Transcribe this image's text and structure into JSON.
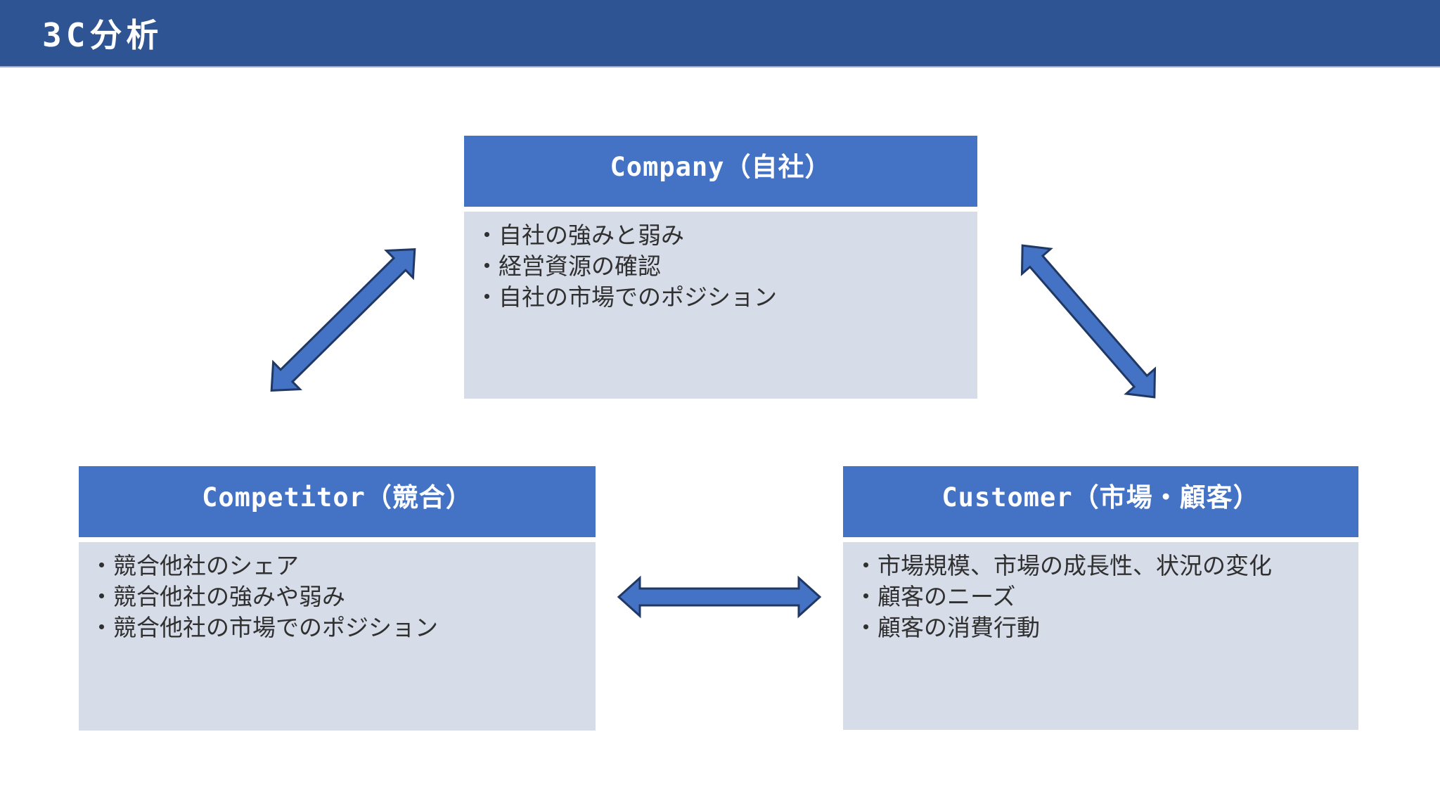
{
  "slide": {
    "title": "3C分析"
  },
  "colors": {
    "background": "#FFFFFF",
    "title_bar": "#2E5494",
    "title_bar_edge": "#9AAED9",
    "box_header": "#4472C4",
    "box_body": "#D6DCE8",
    "header_text": "#FFFFFF",
    "body_text": "#303030",
    "arrow_fill": "#4472C4",
    "arrow_outline": "#1F3864"
  },
  "boxes": [
    {
      "id": "company",
      "title": "Company（自社）",
      "items": [
        "・自社の強みと弱み",
        "・経営資源の確認",
        "・自社の市場でのポジション"
      ]
    },
    {
      "id": "competitor",
      "title": "Competitor（競合）",
      "items": [
        "・競合他社のシェア",
        "・競合他社の強みや弱み",
        "・競合他社の市場でのポジション"
      ]
    },
    {
      "id": "customer",
      "title": "Customer（市場・顧客）",
      "items": [
        "・市場規模、市場の成長性、状況の変化",
        "・顧客のニーズ",
        "・顧客の消費行動"
      ]
    }
  ],
  "arrows": [
    {
      "id": "company-competitor",
      "type": "double-headed",
      "between": [
        "Company",
        "Competitor"
      ]
    },
    {
      "id": "company-customer",
      "type": "double-headed",
      "between": [
        "Company",
        "Customer"
      ]
    },
    {
      "id": "competitor-customer",
      "type": "double-headed",
      "between": [
        "Competitor",
        "Customer"
      ]
    }
  ]
}
